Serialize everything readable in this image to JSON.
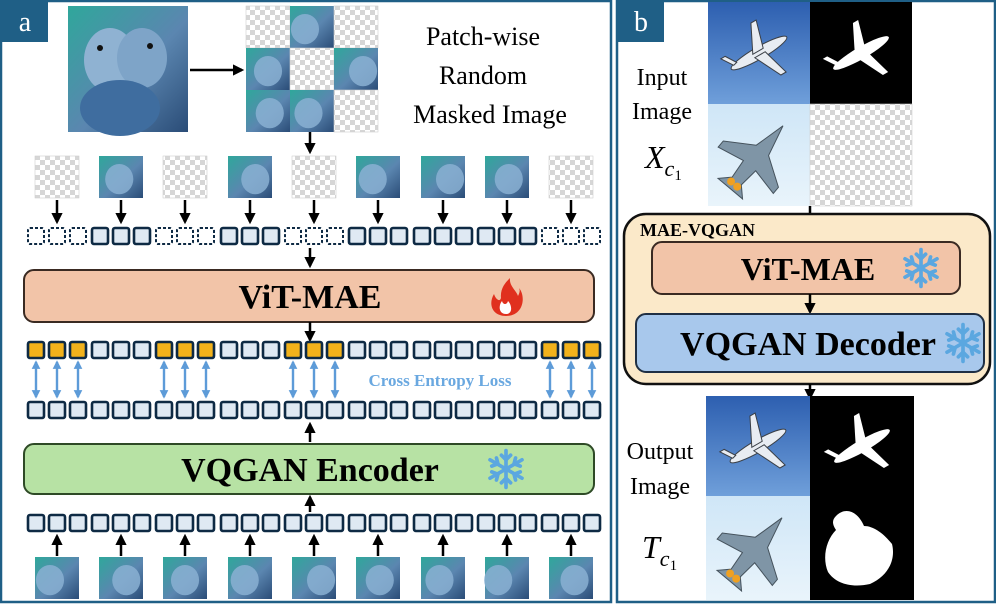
{
  "panel_a": {
    "tag": "a",
    "caption_lines": [
      "Patch-wise",
      "Random",
      "Masked Image"
    ],
    "vit_mae_label": "ViT-MAE",
    "vqgan_encoder_label": "VQGAN Encoder",
    "loss_label": "Cross Entropy Loss",
    "mask_pattern": [
      true,
      false,
      true,
      false,
      true,
      false,
      false,
      false,
      true
    ]
  },
  "panel_b": {
    "tag": "b",
    "input_label_lines": [
      "Input",
      "Image"
    ],
    "x_symbol": "X",
    "x_subscript": "c",
    "x_subsub": "1",
    "mae_vqgan_label": "MAE-VQGAN",
    "vit_mae_label": "ViT-MAE",
    "vqgan_decoder_label": "VQGAN Decoder",
    "output_label_lines": [
      "Output",
      "Image"
    ],
    "t_symbol": "T",
    "t_subscript": "c",
    "t_subsub": "1"
  },
  "colors": {
    "panel_border": "#1f5f86",
    "tag_bg": "#1f5f86",
    "token_fill": "#dfe9f3",
    "token_stroke": "#0e2a44",
    "token_gold": "#f2b21b",
    "vit_fill": "#f2c4a8",
    "encoder_fill": "#b7e2a4",
    "decoder_fill": "#a8c8ec",
    "mae_box_fill": "#fbe9c9",
    "loss_arrow": "#5d9bd8",
    "loss_text": "#6aa8e0",
    "snow": "#5ba7e0",
    "fire": "#e0301e"
  }
}
